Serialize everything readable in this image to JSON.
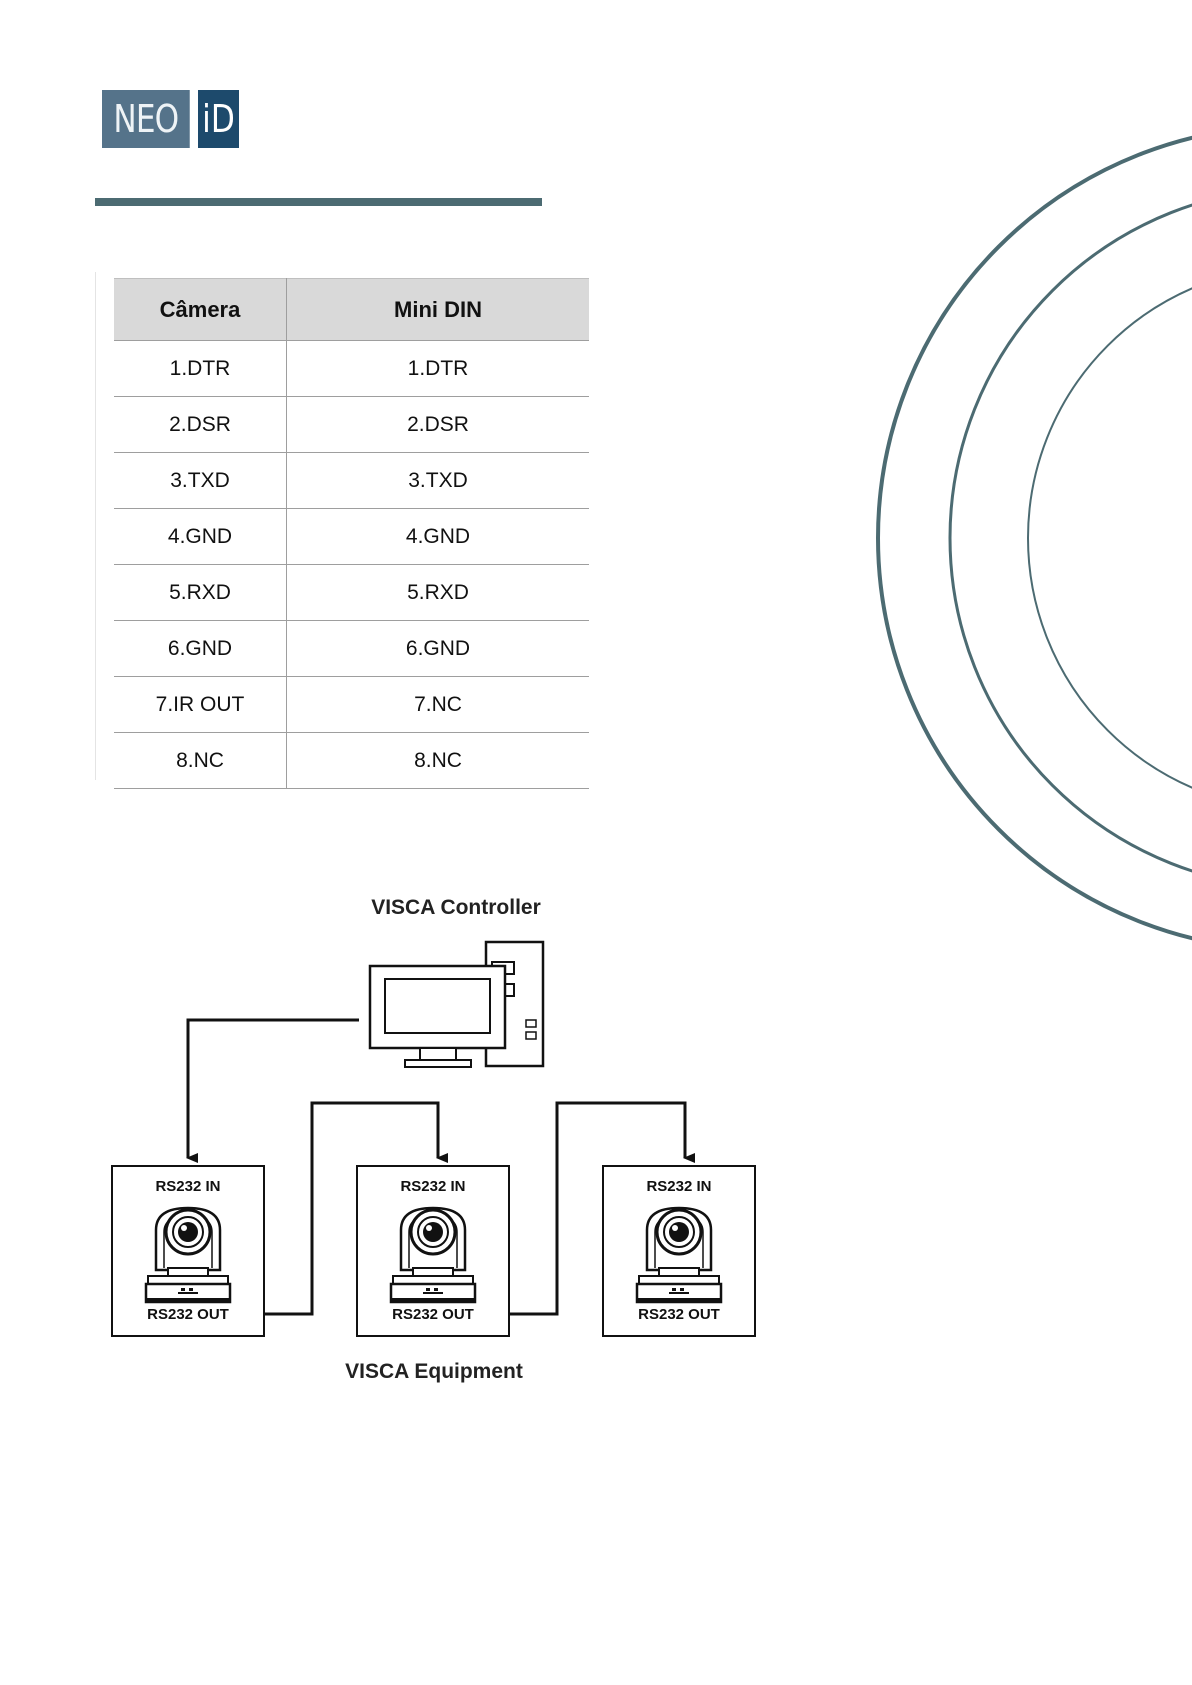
{
  "logo": {
    "part_a": "NEO",
    "part_b": "iD"
  },
  "table": {
    "headers": [
      "Câmera",
      "Mini DIN"
    ],
    "rows": [
      [
        "1.DTR",
        "1.DTR"
      ],
      [
        "2.DSR",
        "2.DSR"
      ],
      [
        "3.TXD",
        "3.TXD"
      ],
      [
        "4.GND",
        "4.GND"
      ],
      [
        "5.RXD",
        "5.RXD"
      ],
      [
        "6.GND",
        "6.GND"
      ],
      [
        "7.IR OUT",
        "7.NC"
      ],
      [
        "8.NC",
        "8.NC"
      ]
    ]
  },
  "diagram": {
    "controller_label": "VISCA Controller",
    "equipment_label": "VISCA Equipment",
    "cameras": [
      {
        "in_label": "RS232 IN",
        "out_label": "RS232 OUT"
      },
      {
        "in_label": "RS232 IN",
        "out_label": "RS232 OUT"
      },
      {
        "in_label": "RS232 IN",
        "out_label": "RS232 OUT"
      }
    ]
  },
  "colors": {
    "accent": "#4c6b72",
    "logo_light": "#55738a",
    "logo_dark": "#1d4a6c",
    "table_header": "#d9d9d9"
  }
}
